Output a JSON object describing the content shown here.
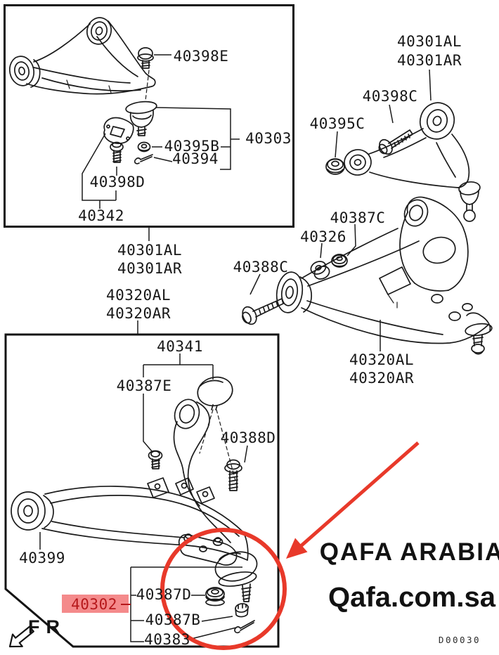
{
  "branding": {
    "company": "QAFA ARABIA",
    "website": "Qafa.com.sa",
    "diagram_code": "D00030",
    "front_direction_label": "FR"
  },
  "colors": {
    "line_ink": "#1b1b1b",
    "annotation_red": "#e8392a",
    "highlight_background": "#f48a8b",
    "highlight_text": "#b6181b"
  },
  "parts": {
    "tl": {
      "bolt": "40398E",
      "kit": "40303",
      "nut": "40395B",
      "pin": "40394",
      "stud": "40398D",
      "bracket_kit": "40342"
    },
    "center": {
      "upper_l": "40301AL",
      "upper_r": "40301AR",
      "lower_l": "40320AL",
      "lower_r": "40320AR"
    },
    "tr": {
      "arm_l": "40301AL",
      "arm_r": "40301AR",
      "bolt": "40398C",
      "nut": "40395C"
    },
    "mr": {
      "nut": "40387C",
      "washer": "40326",
      "bolt": "40388C",
      "arm_l": "40320AL",
      "arm_r": "40320AR"
    },
    "bb": {
      "cap_kit": "40341",
      "bolt_e": "40387E",
      "bolt_d": "40388D",
      "bushing": "40399",
      "ball_joint": "40302",
      "nut_d": "40387D",
      "castle_nut": "40387B",
      "cotter_pin": "40383"
    }
  }
}
